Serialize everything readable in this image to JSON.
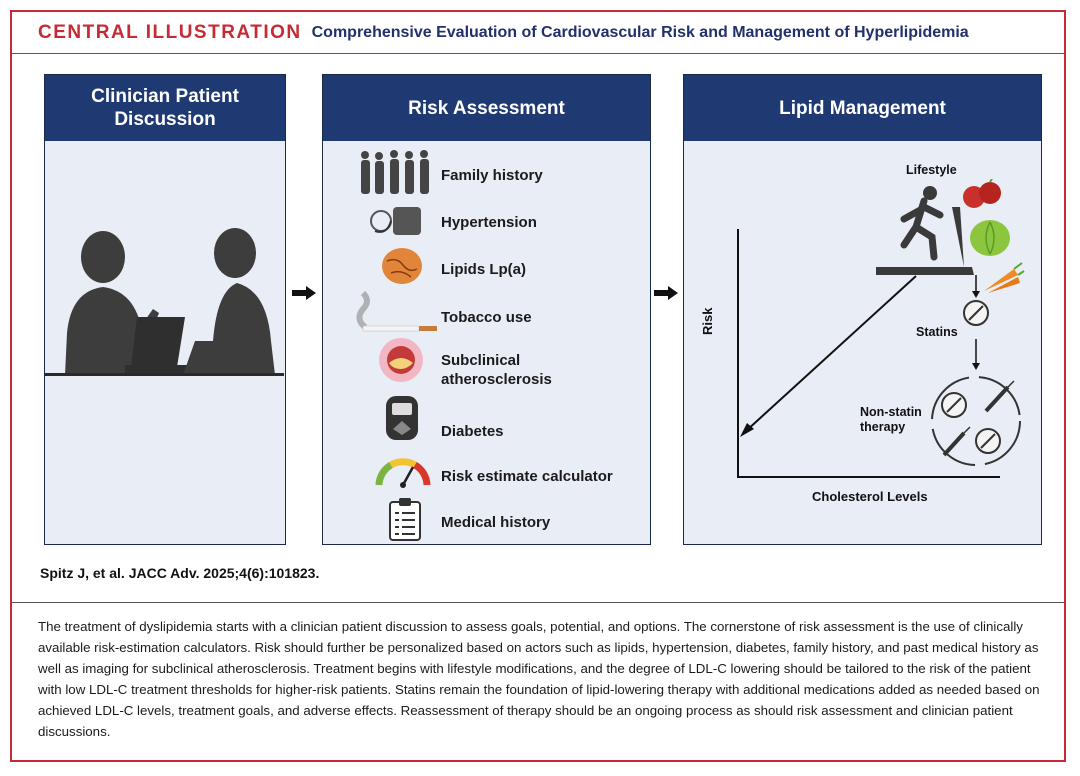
{
  "header": {
    "label": "CENTRAL ILLUSTRATION",
    "title": "Comprehensive Evaluation of Cardiovascular Risk and Management of Hyperlipidemia"
  },
  "panels": {
    "discussion": {
      "title": "Clinician Patient Discussion"
    },
    "risk": {
      "title": "Risk Assessment",
      "items": [
        "Family history",
        "Hypertension",
        "Lipids Lp(a)",
        "Tobacco use",
        "Subclinical atherosclerosis",
        "Diabetes",
        "Risk estimate calculator",
        "Medical history"
      ]
    },
    "lipid": {
      "title": "Lipid Management",
      "lifestyle": "Lifestyle",
      "statins": "Statins",
      "nonstatin": "Non-statin therapy",
      "y_axis": "Risk",
      "x_axis": "Cholesterol Levels"
    }
  },
  "citation": "Spitz J, et al. JACC Adv. 2025;4(6):101823.",
  "caption": "The treatment of dyslipidemia starts with a clinician patient discussion to assess goals, potential, and options. The cornerstone of risk assessment is the use of clinically available risk-estimation calculators. Risk should further be personalized based on actors such as lipids, hypertension, diabetes, family history, and past medical history as well as imaging for subclinical atherosclerosis. Treatment begins with lifestyle modifications, and the degree of LDL-C lowering should be tailored to the risk of the patient with low LDL-C treatment thresholds for higher-risk patients. Statins remain the foundation of lipid-lowering therapy with additional medications added as needed based on achieved LDL-C levels, treatment goals, and adverse effects. Reassessment of therapy should be an ongoing process as should risk assessment and clinician patient discussions.",
  "colors": {
    "accent_red": "#c62b35",
    "navy": "#1f3a73",
    "panel_bg": "#e8edf6"
  }
}
